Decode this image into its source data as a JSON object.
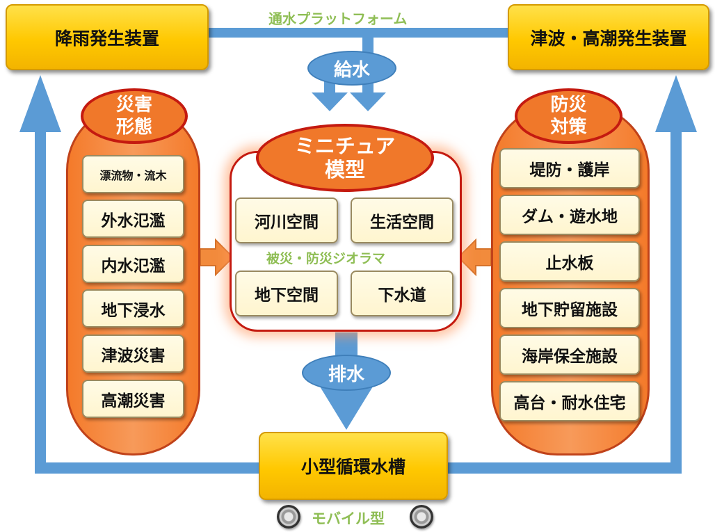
{
  "top": {
    "rain_device": "降雨発生装置",
    "tsunami_device": "津波・高潮発生装置",
    "platform_label": "通水プラットフォーム",
    "supply_label": "給水"
  },
  "disaster": {
    "label_line1": "災害",
    "label_line2": "形態",
    "items": [
      "漂流物・流木",
      "外水氾濫",
      "内水氾濫",
      "地下浸水",
      "津波災害",
      "高潮災害"
    ]
  },
  "prevention": {
    "label_line1": "防災",
    "label_line2": "対策",
    "items": [
      "堤防・護岸",
      "ダム・遊水地",
      "止水板",
      "地下貯留施設",
      "海岸保全施設",
      "高台・耐水住宅"
    ]
  },
  "model": {
    "title_line1": "ミニチュア",
    "title_line2": "模型",
    "spaces": [
      "河川空間",
      "生活空間",
      "地下空間",
      "下水道"
    ],
    "diorama_label": "被災・防災ジオラマ"
  },
  "bottom": {
    "drain_label": "排水",
    "tank": "小型循環水槽",
    "mobile_label": "モバイル型"
  },
  "colors": {
    "flow_blue": "#5b9bd5",
    "device_yellow": "#ffc800",
    "pill_orange": "#f47a2a",
    "outline_red": "#c41a10",
    "accent_green": "#8fbe55"
  }
}
